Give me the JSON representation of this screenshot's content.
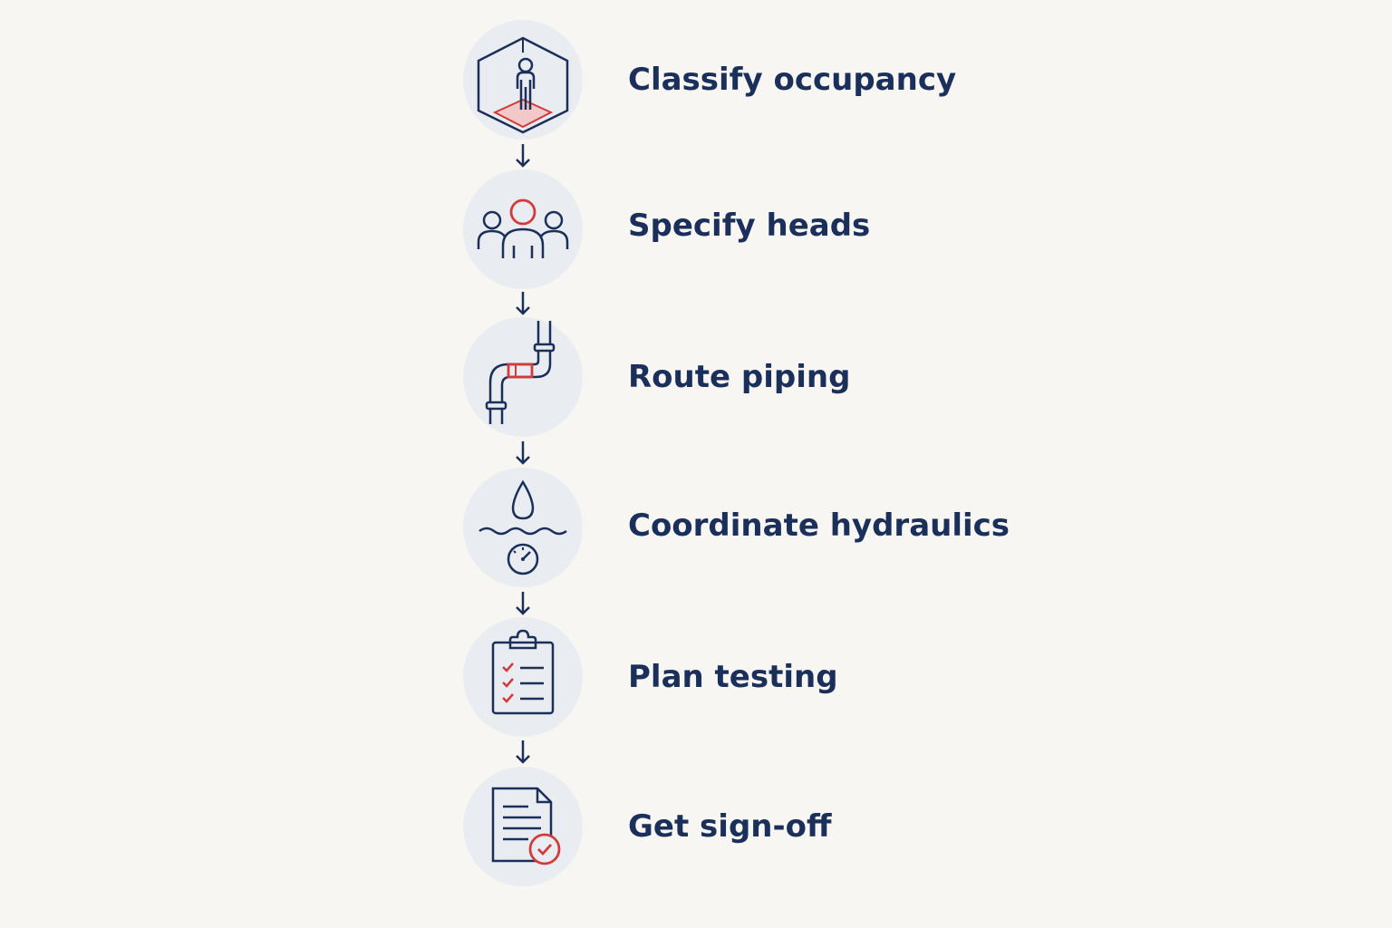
{
  "colors": {
    "primary": "#1a2f5a",
    "accent": "#d23b3b",
    "circle_fill": "#e9ecf0",
    "background": "#f7f6f3"
  },
  "steps": [
    {
      "label": "Classify occupancy",
      "icon": "occupancy-hexagon-person-icon"
    },
    {
      "label": "Specify heads",
      "icon": "people-group-icon"
    },
    {
      "label": "Route piping",
      "icon": "pipe-elbow-icon"
    },
    {
      "label": "Coordinate hydraulics",
      "icon": "water-drop-gauge-icon"
    },
    {
      "label": "Plan testing",
      "icon": "clipboard-checklist-icon"
    },
    {
      "label": "Get sign-off",
      "icon": "document-check-icon"
    }
  ]
}
